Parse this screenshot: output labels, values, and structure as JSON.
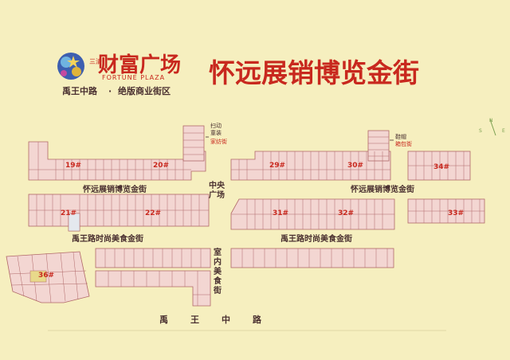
{
  "header": {
    "logo_prefix": "三清",
    "logo_cn": "财富广场",
    "logo_en": "FORTUNE PLAZA",
    "tagline_left": "禹王中路",
    "tagline_sep": "·",
    "tagline_right": "绝版商业街区",
    "main_title": "怀远展销博览金街"
  },
  "labels": {
    "north_street_left": "怀远展销博览金街",
    "north_street_right": "怀远展销博览金街",
    "south_street_left": "禹王路时尚美食金街",
    "south_street_right": "禹王路时尚美食金街",
    "central_plaza": "中央\n广场",
    "indoor_food": "室\n内\n美\n食\n街",
    "main_road": "禹王中路",
    "bedding_note_left": "扫动\n童装",
    "bedding_street_left": "家纺街",
    "bedding_note_right": "鞋帽",
    "bedding_street_right": "箱包街",
    "compass_n": "N",
    "compass_s": "S",
    "compass_e": "E"
  },
  "buildings": [
    {
      "id": "19#",
      "label": "19#"
    },
    {
      "id": "20#",
      "label": "20#"
    },
    {
      "id": "21#",
      "label": "21#"
    },
    {
      "id": "22#",
      "label": "22#"
    },
    {
      "id": "29#",
      "label": "29#"
    },
    {
      "id": "30#",
      "label": "30#"
    },
    {
      "id": "31#",
      "label": "31#"
    },
    {
      "id": "32#",
      "label": "32#"
    },
    {
      "id": "33#",
      "label": "33#"
    },
    {
      "id": "34#",
      "label": "34#"
    },
    {
      "id": "36#",
      "label": "36#"
    }
  ],
  "colors": {
    "background": "#f6efbf",
    "shop_fill": "#f3d6d2",
    "shop_stroke": "#b06868",
    "shop_alt": "#eef1f3",
    "title_red": "#c8281e",
    "label_dark": "#4a3030"
  }
}
